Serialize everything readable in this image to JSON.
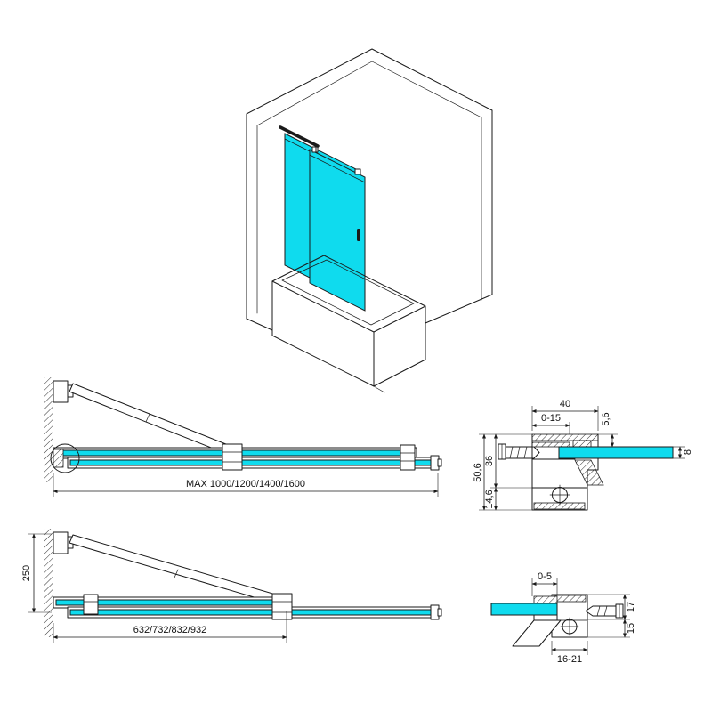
{
  "colors": {
    "glass": "#0fdbee",
    "line": "#1a1a1a"
  },
  "plan_full": {
    "width_dim": "MAX 1000/1200/1400/1600"
  },
  "plan_glass": {
    "width_dim": "632/732/832/932",
    "depth_dim": "250"
  },
  "top_profile_section": {
    "width": "40",
    "adjustment": "0-15",
    "top_offset": "5,6",
    "glass_thickness": "8",
    "inner_height": "36",
    "total_height": "50,6",
    "lower_height": "14,6"
  },
  "bottom_guide_section": {
    "adjustment": "0-5",
    "upper_height": "17",
    "lower_height": "15",
    "depth_range": "16-21"
  }
}
